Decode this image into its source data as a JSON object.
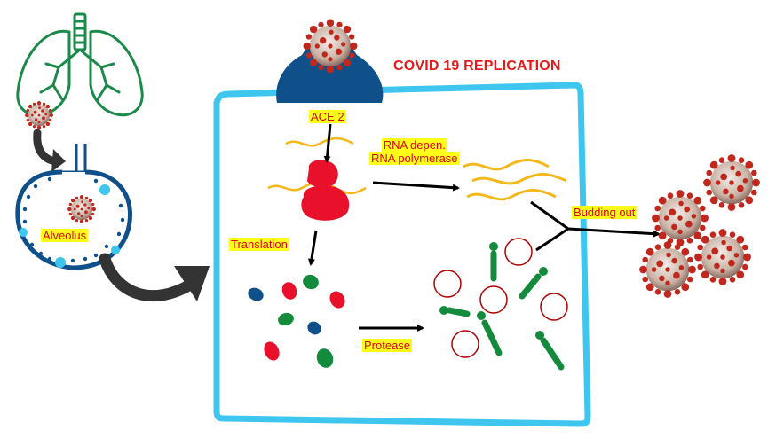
{
  "title": "COVID 19 REPLICATION",
  "labels": {
    "ace2": "ACE 2",
    "rdrp_line1": "RNA depen.",
    "rdrp_line2": "RNA polymerase",
    "budding": "Budding out",
    "alveolus": "Alveolus",
    "translation": "Translation",
    "protease": "Protease"
  },
  "colors": {
    "cell_membrane": "#3ec6ee",
    "receptor": "#0f4f8a",
    "rna": "#f5b81c",
    "ribosome": "#e8102a",
    "spike_protein": "#138a3c",
    "envelope": "#b00000",
    "virus_red": "#c0281e",
    "lung_green": "#1a8a4a",
    "arrow": "#000000",
    "big_arrow": "#333333",
    "label_bg": "#ffff1a",
    "label_text": "#e0001a"
  },
  "icons": [
    "lungs-icon",
    "coronavirus-icon",
    "alveolus-icon",
    "ace2-receptor-icon",
    "ribosome-icon"
  ]
}
